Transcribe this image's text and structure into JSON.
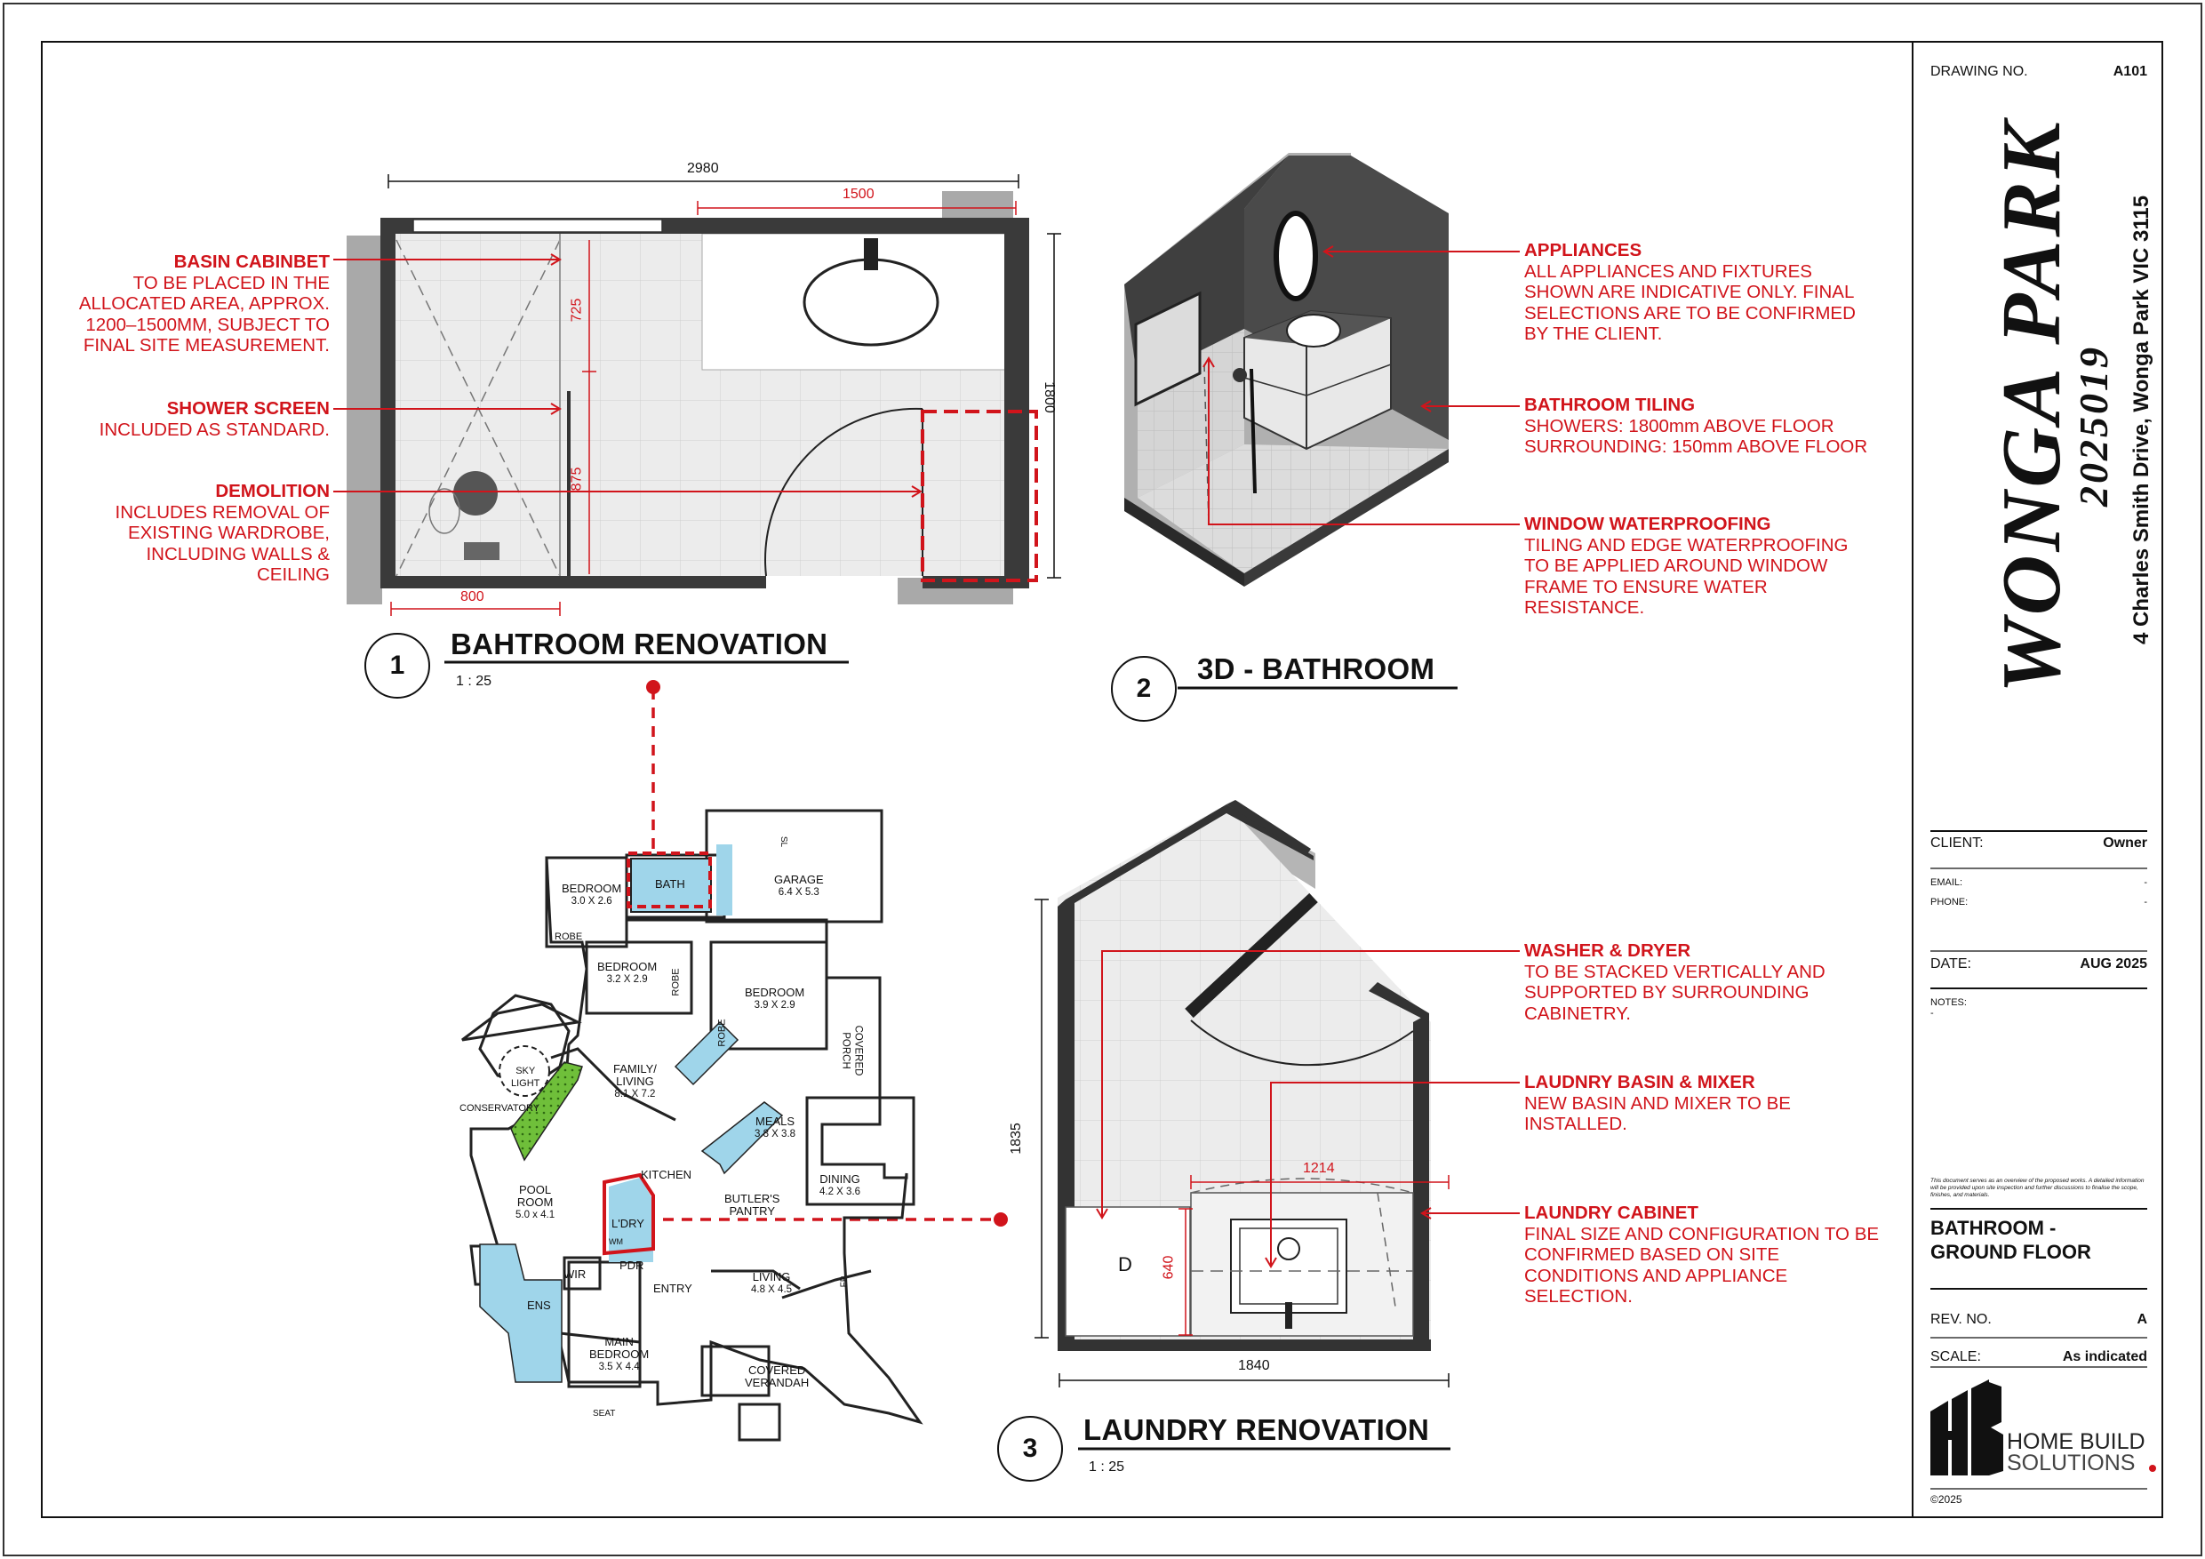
{
  "title_block": {
    "drawing_no_label": "DRAWING NO.",
    "drawing_no": "A101",
    "project_name": "WONGA PARK",
    "project_number": "2025019",
    "address": "4 Charles Smith Drive, Wonga Park VIC 3115",
    "client_label": "CLIENT:",
    "client": "Owner",
    "email_label": "EMAIL:",
    "email": "-",
    "phone_label": "PHONE:",
    "phone": "-",
    "date_label": "DATE:",
    "date": "AUG 2025",
    "notes_label": "NOTES:",
    "notes": "-",
    "disclaimer": "This document serves as an overview of the proposed works. A detailed information will be provided upon site inspection and further discussions to finalise the scope, finishes, and materials.",
    "sheet_title_line1": "BATHROOM -",
    "sheet_title_line2": "GROUND FLOOR",
    "rev_label": "REV. NO.",
    "rev": "A",
    "scale_label": "SCALE:",
    "scale": "As indicated",
    "company_line1": "HOME BUILD",
    "company_line2": "SOLUTIONS",
    "copyright": "©2025",
    "accent_color": "#d1141b"
  },
  "views": [
    {
      "number": "1",
      "title": "BAHTROOM RENOVATION",
      "scale": "1 : 25"
    },
    {
      "number": "2",
      "title": "3D - BATHROOM",
      "scale": ""
    },
    {
      "number": "3",
      "title": "LAUNDRY RENOVATION",
      "scale": "1 : 25"
    }
  ],
  "bathroom_dims": {
    "overall": "2980",
    "vanity": "1500",
    "depth": "1800",
    "shower_w": "800",
    "upper": "725",
    "lower": "875"
  },
  "laundry_dims": {
    "height": "1835",
    "width": "1840",
    "cabinet": "1214",
    "side": "640",
    "dryer_tag": "D"
  },
  "notes": {
    "basin_cabinet": {
      "title": "BASIN CABINBET",
      "lines": [
        "TO BE PLACED IN THE",
        "ALLOCATED AREA, APPROX.",
        "1200–1500MM, SUBJECT TO",
        "FINAL SITE MEASUREMENT."
      ]
    },
    "shower_screen": {
      "title": "SHOWER SCREEN",
      "lines": [
        "INCLUDED AS STANDARD."
      ]
    },
    "demolition": {
      "title": "DEMOLITION",
      "lines": [
        "INCLUDES REMOVAL OF",
        "EXISTING WARDROBE,",
        "INCLUDING WALLS &",
        "CEILING"
      ]
    },
    "appliances": {
      "title": "APPLIANCES",
      "lines": [
        "ALL APPLIANCES AND FIXTURES",
        "SHOWN ARE INDICATIVE ONLY. FINAL",
        "SELECTIONS ARE TO BE CONFIRMED",
        "BY THE CLIENT."
      ]
    },
    "bathroom_tiling": {
      "title": "BATHROOM TILING",
      "lines": [
        "SHOWERS: 1800mm ABOVE FLOOR",
        "SURROUNDING: 150mm ABOVE FLOOR"
      ]
    },
    "window_waterproofing": {
      "title": "WINDOW WATERPROOFING",
      "lines": [
        "TILING AND EDGE WATERPROOFING",
        "TO BE APPLIED AROUND WINDOW",
        "FRAME TO ENSURE WATER",
        "RESISTANCE."
      ]
    },
    "washer_dryer": {
      "title": "WASHER & DRYER",
      "lines": [
        "TO BE STACKED VERTICALLY AND",
        "SUPPORTED BY SURROUNDING",
        "CABINETRY."
      ]
    },
    "laundry_basin": {
      "title": "LAUDNRY BASIN & MIXER",
      "lines": [
        "NEW BASIN AND MIXER TO BE",
        "INSTALLED."
      ]
    },
    "laundry_cabinet": {
      "title": "LAUNDRY CABINET",
      "lines": [
        "FINAL SIZE AND CONFIGURATION TO BE",
        "CONFIRMED BASED ON SITE",
        "CONDITIONS AND APPLIANCE",
        "SELECTION."
      ]
    }
  },
  "floor_plan": {
    "rooms": [
      {
        "key": "bedroom_a",
        "name": "BEDROOM",
        "size": "3.0 X 2.6"
      },
      {
        "key": "bath",
        "name": "BATH",
        "size": ""
      },
      {
        "key": "garage",
        "name": "GARAGE",
        "size": "6.4 X 5.3"
      },
      {
        "key": "bedroom_b",
        "name": "BEDROOM",
        "size": "3.2 X 2.9"
      },
      {
        "key": "bedroom_c",
        "name": "BEDROOM",
        "size": "3.9 X 2.9"
      },
      {
        "key": "family",
        "name": "FAMILY/\nLIVING",
        "size": "8.1 X 7.2"
      },
      {
        "key": "meals",
        "name": "MEALS",
        "size": "3.8 X 3.8"
      },
      {
        "key": "skylight",
        "name": "SKY\nLIGHT",
        "size": ""
      },
      {
        "key": "conservatory",
        "name": "CONSERVATORY",
        "size": ""
      },
      {
        "key": "kitchen",
        "name": "KITCHEN",
        "size": ""
      },
      {
        "key": "butlers",
        "name": "BUTLER'S\nPANTRY",
        "size": ""
      },
      {
        "key": "dining",
        "name": "DINING",
        "size": "4.2 X 3.6"
      },
      {
        "key": "pool",
        "name": "POOL\nROOM",
        "size": "5.0 x 4.1"
      },
      {
        "key": "ldry",
        "name": "L'DRY",
        "size": ""
      },
      {
        "key": "wir",
        "name": "WIR",
        "size": ""
      },
      {
        "key": "pdr",
        "name": "PDR",
        "size": ""
      },
      {
        "key": "entry",
        "name": "ENTRY",
        "size": ""
      },
      {
        "key": "living",
        "name": "LIVING",
        "size": "4.8 X 4.5"
      },
      {
        "key": "ens",
        "name": "ENS",
        "size": ""
      },
      {
        "key": "main_bed",
        "name": "MAIN\nBEDROOM",
        "size": "3.5 X 4.4"
      },
      {
        "key": "covered_verandah",
        "name": "COVERED\nVERANDAH",
        "size": ""
      },
      {
        "key": "covered_porch",
        "name": "COVERED\nPORCH",
        "size": ""
      },
      {
        "key": "robe1",
        "name": "ROBE",
        "size": ""
      },
      {
        "key": "robe2",
        "name": "ROBE",
        "size": ""
      },
      {
        "key": "robe3",
        "name": "ROBE",
        "size": ""
      },
      {
        "key": "seat",
        "name": "SEAT",
        "size": ""
      },
      {
        "key": "sl",
        "name": "SL",
        "size": ""
      },
      {
        "key": "fp",
        "name": "FP",
        "size": ""
      },
      {
        "key": "wm",
        "name": "WM",
        "size": ""
      }
    ]
  }
}
